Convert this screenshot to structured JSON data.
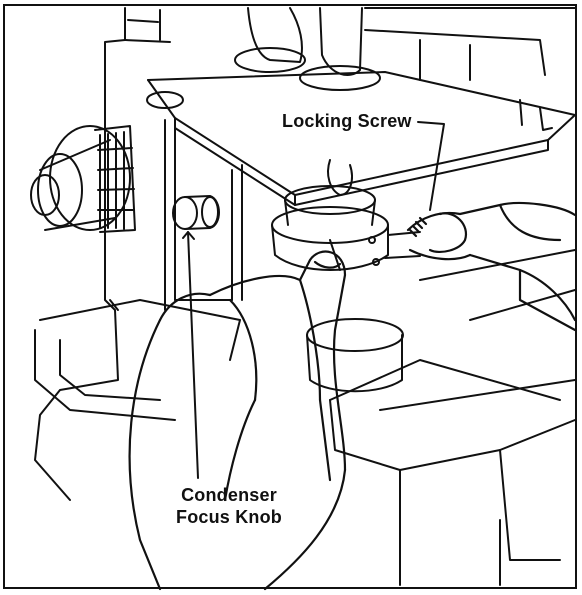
{
  "labels": {
    "locking_screw": "Locking Screw",
    "condenser_line1": "Condenser",
    "condenser_line2": "Focus Knob"
  },
  "colors": {
    "ink": "#111111",
    "paper": "#ffffff"
  }
}
